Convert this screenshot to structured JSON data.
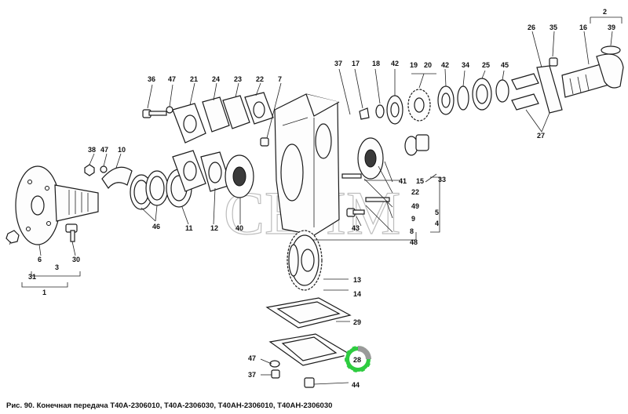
{
  "caption": "Рис. 90. Конечная передача Т40А-2306010, Т40А-2306030, Т40АН-2306010, Т40АН-2306030",
  "watermark": "CEJIM",
  "highlight": {
    "label": "28",
    "color": "#2ecc40"
  },
  "labels": {
    "l1": "1",
    "l2": "2",
    "l3": "3",
    "l4": "4",
    "l5": "5",
    "l6": "6",
    "l7": "7",
    "l8": "8",
    "l9": "9",
    "l10": "10",
    "l11": "11",
    "l12": "12",
    "l13": "13",
    "l14": "14",
    "l15": "15",
    "l16": "16",
    "l17": "17",
    "l18": "18",
    "l19": "19",
    "l20": "20",
    "l21": "21",
    "l22a": "22",
    "l22b": "22",
    "l23": "23",
    "l24": "24",
    "l25": "25",
    "l26": "26",
    "l27": "27",
    "l29": "29",
    "l30": "30",
    "l31": "31",
    "l33": "33",
    "l34": "34",
    "l35": "35",
    "l36": "36",
    "l37a": "37",
    "l37b": "37",
    "l38": "38",
    "l39": "39",
    "l40": "40",
    "l41": "41",
    "l42a": "42",
    "l42b": "42",
    "l43": "43",
    "l44": "44",
    "l45": "45",
    "l46": "46",
    "l47a": "47",
    "l47b": "47",
    "l47c": "47",
    "l48": "48",
    "l49": "49"
  }
}
